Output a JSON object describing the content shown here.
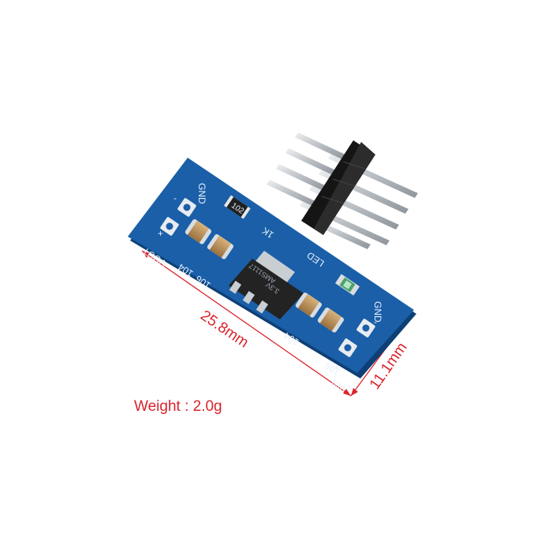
{
  "labels": {
    "length": "25.8mm",
    "width": "11.1mm",
    "weight": "Weight : 2.0g"
  },
  "silkscreen": {
    "gnd_left": "GND",
    "gnd_right": "GND",
    "vout": "VOUT",
    "vin": "VIN",
    "plus_left": "+",
    "plus_right": "+",
    "minus_left": "-",
    "minus_right": "-",
    "cap_left_106": "106",
    "cap_left_104": "104",
    "cap_right_106": "106",
    "cap_right_104": "104",
    "resistor_label": "1K",
    "led_label": "LED",
    "resistor_code": "102",
    "regulator_line1": "AMS1117",
    "regulator_line2": "3.3V"
  },
  "colors": {
    "pcb": "#1a5fa8",
    "dimension": "#d9242b",
    "pins": "#c4c8cc",
    "header": "#1b1b1b"
  }
}
